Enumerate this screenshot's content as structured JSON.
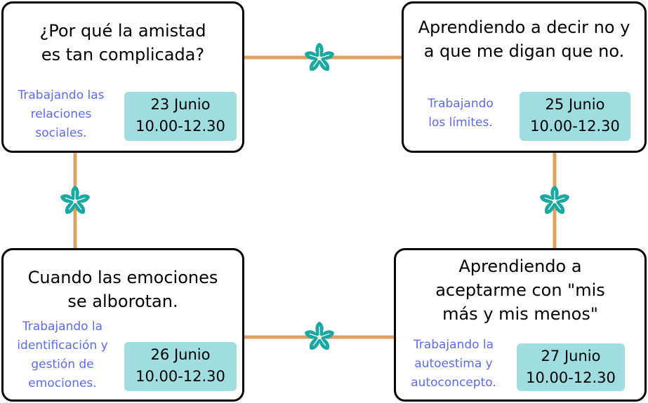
{
  "colors": {
    "border": "#000000",
    "connector": "#e0a060",
    "flower": "#1aa8a0",
    "subtitle": "#5b6af0",
    "date_box": "#9fdde0"
  },
  "icons": {
    "connector_node": "flower-icon"
  },
  "cards": [
    {
      "title_lines": [
        "¿Por qué la amistad",
        "es tan complicada?"
      ],
      "subtitle_lines": [
        "Trabajando las",
        "relaciones",
        "sociales."
      ],
      "date": "23 Junio",
      "time": "10.00-12.30"
    },
    {
      "title_lines": [
        "Aprendiendo a decir no y",
        "a que me digan que no."
      ],
      "subtitle_lines": [
        "Trabajando",
        "los límites."
      ],
      "date": "25 Junio",
      "time": "10.00-12.30"
    },
    {
      "title_lines": [
        "Cuando las emociones",
        "se  alborotan."
      ],
      "subtitle_lines": [
        "Trabajando la",
        "identificación y",
        "gestión de",
        "emociones."
      ],
      "date": "26 Junio",
      "time": "10.00-12.30"
    },
    {
      "title_lines": [
        "Aprendiendo a",
        "aceptarme con \"mis",
        "más y mis menos\""
      ],
      "subtitle_lines": [
        "Trabajando la",
        "autoestima y",
        "autoconcepto."
      ],
      "date": "27 Junio",
      "time": "10.00-12.30"
    }
  ]
}
